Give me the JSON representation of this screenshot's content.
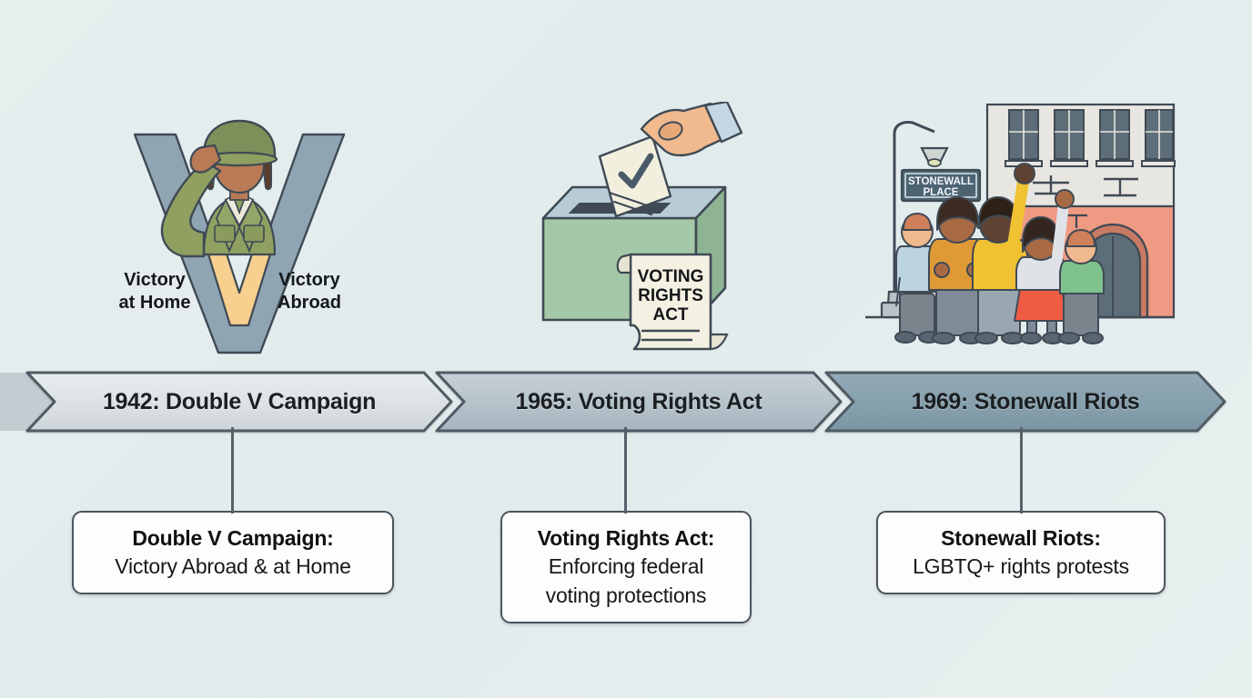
{
  "page": {
    "type": "timeline-infographic",
    "background_color": "#e4ecec"
  },
  "timeline": {
    "milestones": [
      {
        "id": "double-v",
        "chevron_label": "1942: Double V Campaign",
        "year": "1942",
        "chevron_color": "#dde3e6",
        "desc_title": "Double V Campaign:",
        "desc_body": "Victory Abroad & at Home",
        "illustration": {
          "name": "double-v-salute-icon",
          "captions": [
            "Victory at Home",
            "Victory Abroad"
          ],
          "caption_left_line1": "Victory",
          "caption_left_line2": "at Home",
          "caption_right_line1": "Victory",
          "caption_right_line2": "Abroad"
        }
      },
      {
        "id": "voting-rights-act",
        "chevron_label": "1965: Voting Rights Act",
        "year": "1965",
        "chevron_color": "#b6c2c9",
        "desc_title": "Voting Rights Act:",
        "desc_body_line1": "Enforcing federal",
        "desc_body_line2": "voting protections",
        "illustration": {
          "name": "ballot-box-icon",
          "document_line1": "VOTING",
          "document_line2": "RIGHTS",
          "document_line3": "ACT"
        }
      },
      {
        "id": "stonewall-riots",
        "chevron_label": "1969: Stonewall Riots",
        "year": "1969",
        "chevron_color": "#87a0ad",
        "desc_title": "Stonewall Riots:",
        "desc_body": "LGBTQ+ rights protests",
        "illustration": {
          "name": "stonewall-protest-icon",
          "street_sign_line1": "STONEWALL",
          "street_sign_line2": "PLACE"
        }
      }
    ]
  }
}
